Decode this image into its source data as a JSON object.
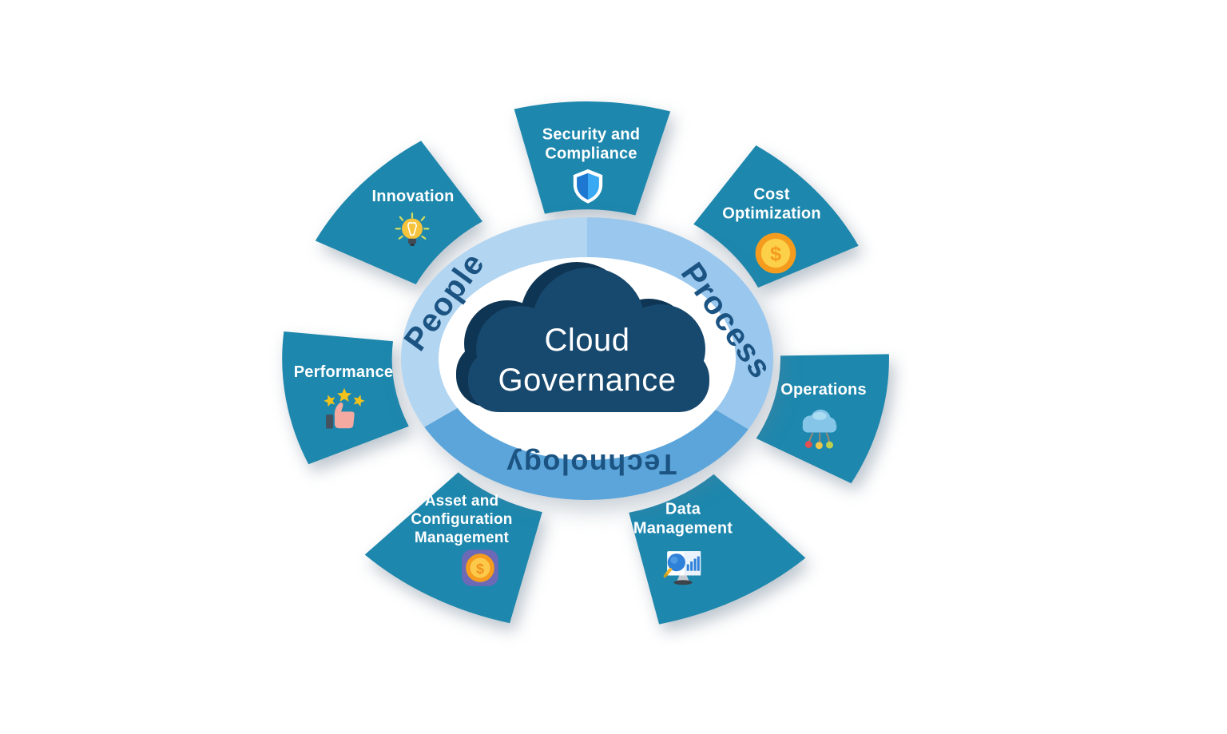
{
  "center": {
    "label": "Cloud Governance"
  },
  "ring": {
    "segments": [
      {
        "id": "people",
        "label": "People",
        "color": "#b2d5f1"
      },
      {
        "id": "process",
        "label": "Process",
        "color": "#9ac7ee"
      },
      {
        "id": "technology",
        "label": "Technology",
        "color": "#5ca5da"
      }
    ]
  },
  "wedges": [
    {
      "id": "security-compliance",
      "label": "Security and\nCompliance",
      "icon": "shield-icon"
    },
    {
      "id": "cost-optimization",
      "label": "Cost\nOptimization",
      "icon": "dollar-coin-icon"
    },
    {
      "id": "operations",
      "label": "Operations",
      "icon": "cloud-network-icon"
    },
    {
      "id": "data-management",
      "label": "Data\nManagement",
      "icon": "monitor-analytics-icon"
    },
    {
      "id": "asset-config-management",
      "label": "Asset and\nConfiguration\nManagement",
      "icon": "dollar-coin-glow-icon"
    },
    {
      "id": "performance",
      "label": "Performance",
      "icon": "thumbs-up-stars-icon"
    },
    {
      "id": "innovation",
      "label": "Innovation",
      "icon": "lightbulb-icon"
    }
  ],
  "icons": {
    "dollar_glyph": "$"
  },
  "colors": {
    "background": "#ffffff",
    "wedge": "#1d87ad",
    "wedge_text": "#ffffff",
    "ring_text": "#1b5382",
    "cloud_front": "#17496e",
    "cloud_back": "#0e3553",
    "center_text": "#ffffff",
    "inner_disc": "#ffffff"
  }
}
